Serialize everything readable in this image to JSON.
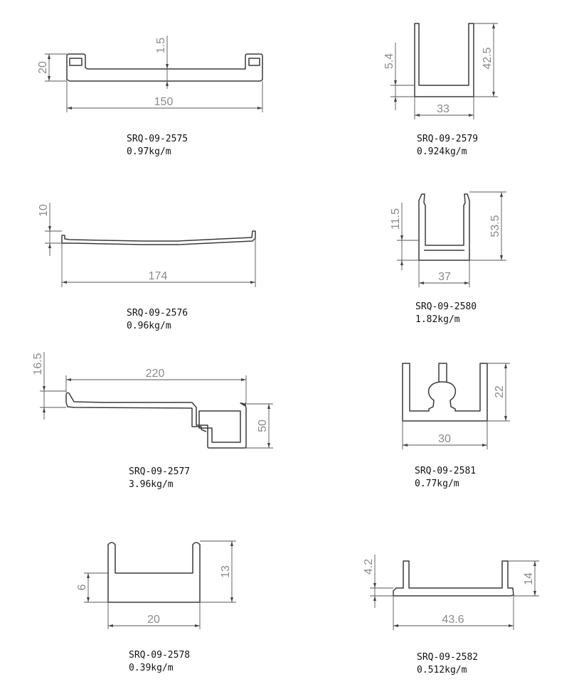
{
  "profiles": [
    {
      "code": "SRQ-09-2575",
      "weight": "0.97kg/m",
      "dims": {
        "width": "150",
        "height": "20",
        "thickness": "1.5"
      }
    },
    {
      "code": "SRQ-09-2576",
      "weight": "0.96kg/m",
      "dims": {
        "width": "174",
        "height": "10"
      }
    },
    {
      "code": "SRQ-09-2577",
      "weight": "3.96kg/m",
      "dims": {
        "width": "220",
        "lip": "16.5",
        "height": "50"
      }
    },
    {
      "code": "SRQ-09-2578",
      "weight": "0.39kg/m",
      "dims": {
        "width": "20",
        "inner": "6",
        "height": "13"
      }
    },
    {
      "code": "SRQ-09-2579",
      "weight": "0.924kg/m",
      "dims": {
        "width": "33",
        "base": "5.4",
        "height": "42.5"
      }
    },
    {
      "code": "SRQ-09-2580",
      "weight": "1.82kg/m",
      "dims": {
        "width": "37",
        "base": "11.5",
        "height": "53.5"
      }
    },
    {
      "code": "SRQ-09-2581",
      "weight": "0.77kg/m",
      "dims": {
        "width": "30",
        "height": "22"
      }
    },
    {
      "code": "SRQ-09-2582",
      "weight": "0.512kg/m",
      "dims": {
        "width": "43.6",
        "base": "4.2",
        "height": "14"
      }
    }
  ]
}
